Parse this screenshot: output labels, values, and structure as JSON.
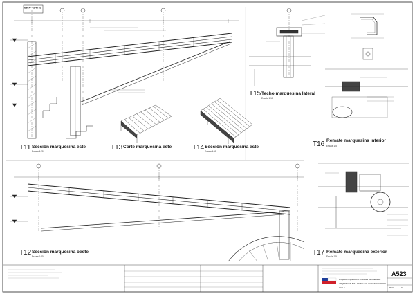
{
  "sheet": {
    "stamp": "CHILE - A523",
    "number": "A523",
    "rev_label": "REV",
    "rev": "0"
  },
  "details": [
    {
      "code": "T11",
      "title": "Sección marquesina este",
      "scale": "Escala 1:20"
    },
    {
      "code": "T12",
      "title": "Sección marquesina oeste",
      "scale": "Escala 1:20"
    },
    {
      "code": "T13",
      "title": "Corte marquesina este",
      "scale": ""
    },
    {
      "code": "T14",
      "title": "Sección marquesina este",
      "scale": "Escala 1:10"
    },
    {
      "code": "T15",
      "title": "Techo marquesina lateral",
      "scale": "Escala 1:10"
    },
    {
      "code": "T16",
      "title": "Remate marquesina interior",
      "scale": "Escala 1:5"
    },
    {
      "code": "T17",
      "title": "Remate marquesina exterior",
      "scale": "Escala 1:5"
    }
  ],
  "title_block": {
    "project": "Proyecto Arquitectura - Detalles Marquesinas",
    "discipline": "ARQUITECTURA - DETALLES CONSTRUCTIVOS",
    "country": "CHILE"
  },
  "colors": {
    "line": "#222222",
    "hatch": "#555555",
    "flag_blue": "#1f3f9a",
    "flag_red": "#d0202a"
  }
}
